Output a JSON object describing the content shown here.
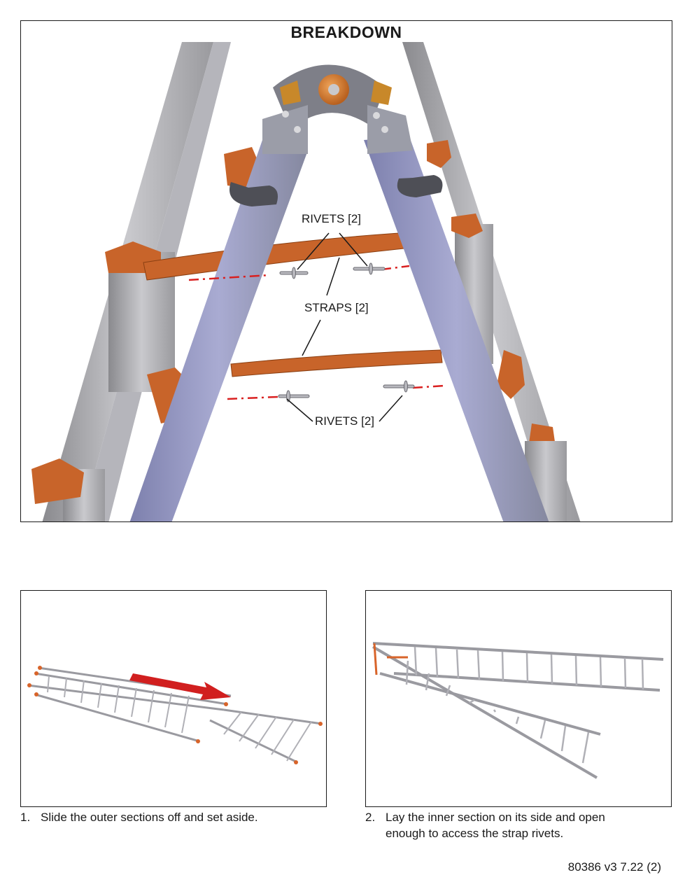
{
  "page": {
    "title": "BREAKDOWN",
    "doc_code": "80386 v3 7.22 (2)"
  },
  "callouts": {
    "rivets_top": "RIVETS [2]",
    "straps": "STRAPS [2]",
    "rivets_bottom": "RIVETS [2]"
  },
  "steps": [
    {
      "number": "1.",
      "text": "Slide the outer sections off and set aside."
    },
    {
      "number": "2.",
      "text": "Lay the inner section on its side and open enough to access the strap rivets."
    }
  ],
  "colors": {
    "strap_orange": "#c8642a",
    "rail_lavender": "#9a9cc4",
    "rung_gray": "#a8a8ae",
    "guide_red": "#d92020",
    "arrow_red": "#d11f1f"
  }
}
